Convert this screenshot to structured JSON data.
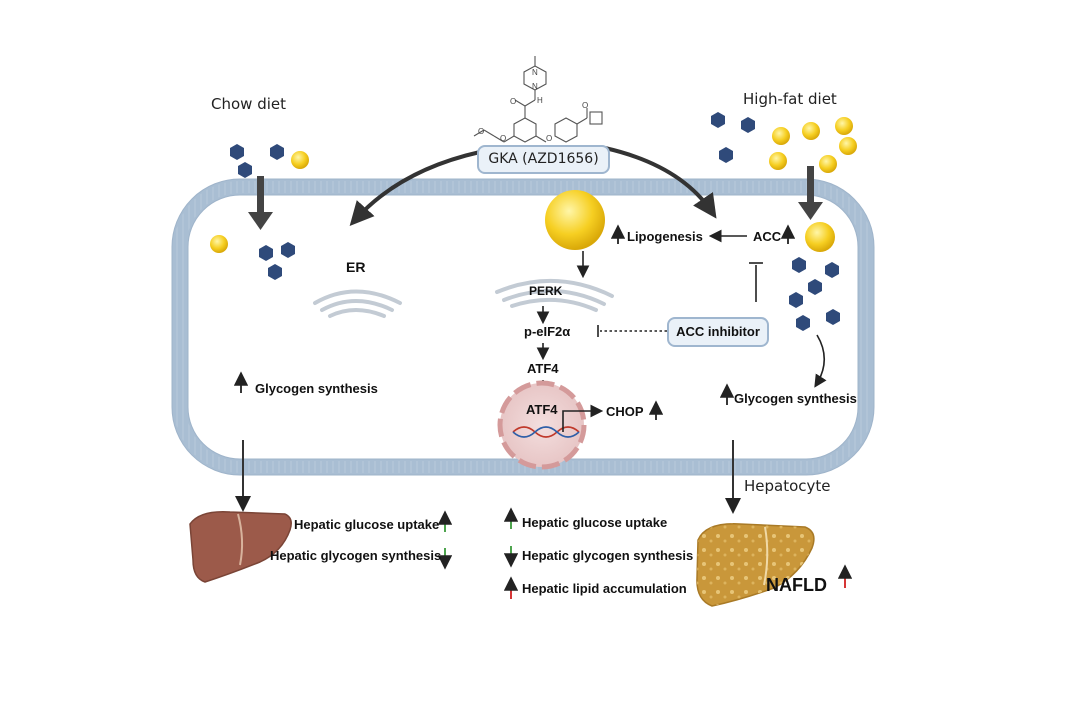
{
  "labels": {
    "chow_diet": "Chow diet",
    "high_fat_diet": "High-fat diet",
    "gka": "GKA (AZD1656)",
    "er": "ER",
    "lipogenesis": "Lipogenesis",
    "acc": "ACC",
    "perk": "PERK",
    "p_eif2a": "p-eIF2α",
    "acc_inhibitor": "ACC inhibitor",
    "atf4": "ATF4",
    "atf4_nucleus": "ATF4",
    "chop": "CHOP",
    "glycogen_left": "Glycogen synthesis",
    "glycogen_right": "Glycogen synthesis",
    "hepatocyte": "Hepatocyte",
    "nafld": "NAFLD"
  },
  "outcomes_left": [
    {
      "text": "Hepatic glucose uptake",
      "direction": "up",
      "color": "#3a9a3a"
    },
    {
      "text": "Hepatic glycogen synthesis",
      "direction": "down",
      "color": "#3a9a3a"
    }
  ],
  "outcomes_middle": [
    {
      "text": "Hepatic glucose uptake",
      "direction": "up",
      "color": "#3a9a3a"
    },
    {
      "text": "Hepatic glycogen synthesis",
      "direction": "down",
      "color": "#3a9a3a"
    },
    {
      "text": "Hepatic lipid accumulation",
      "direction": "up",
      "color": "#d22020"
    }
  ],
  "colors": {
    "membrane_outer": "#a9bed3",
    "membrane_fill": "#dfe8f1",
    "glucose_hexagon": "#2f4a7a",
    "lipid_droplet": "#f2c318",
    "arrow_dark": "#333333",
    "up_green": "#3a9a3a",
    "up_red": "#d22020",
    "liver_normal": "#9c5a4a",
    "liver_fatty": "#c9973a"
  },
  "icons": [
    "glucose-hexagon-icon",
    "lipid-droplet-icon",
    "er-membrane-icon",
    "nucleus-icon",
    "dna-helix-icon",
    "liver-icon",
    "fatty-liver-icon",
    "molecule-structure-icon"
  ]
}
